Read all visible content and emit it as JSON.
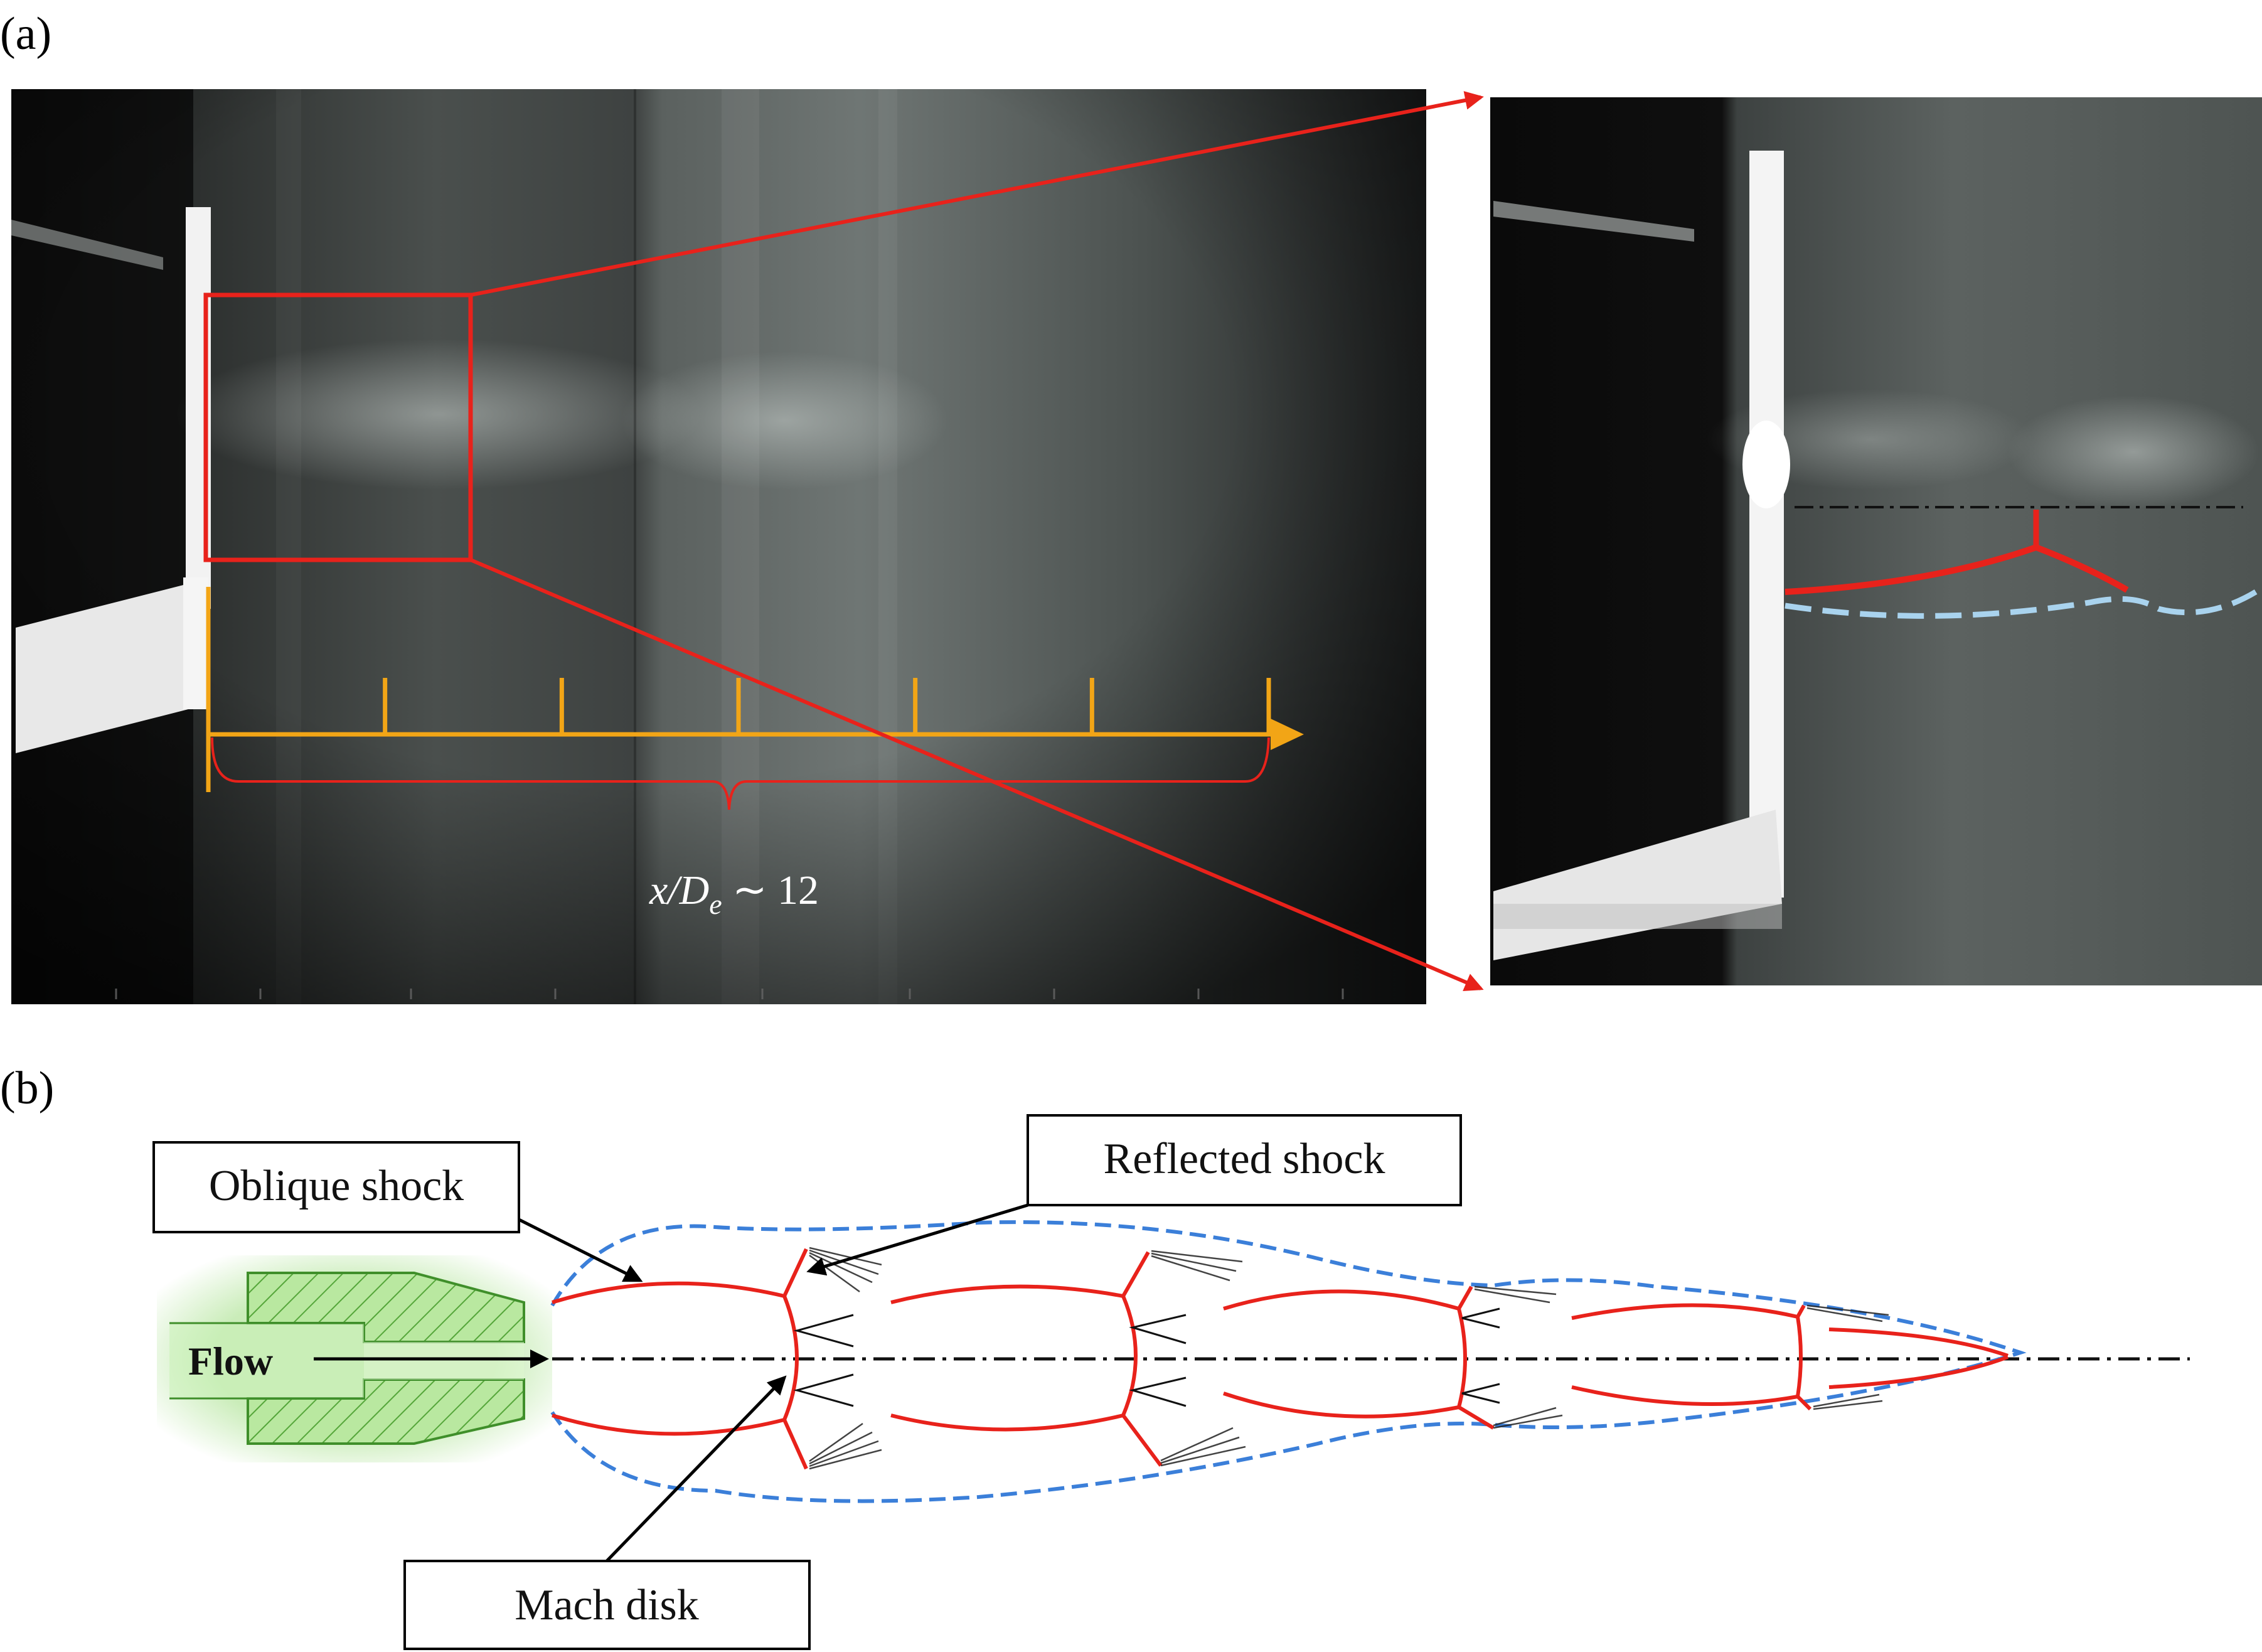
{
  "panels": {
    "a": {
      "label": "(a)"
    },
    "b": {
      "label": "(b)"
    }
  },
  "annotations": {
    "x_over_de_var": "x/D",
    "x_over_de_sub": "e",
    "x_over_de_rest": " ∼ 12",
    "oblique_shock": "Oblique shock",
    "reflected_shock": "Reflected shock",
    "mach_disk": "Mach disk",
    "flow": "Flow"
  },
  "colors": {
    "shock_red": "#e8221b",
    "boundary_blue": "#3b7fd9",
    "light_blue": "#a9d3ee",
    "axis_orange": "#f2a516",
    "nozzle_green": "#8fd66a",
    "photo_dark": "#1c1c1c"
  },
  "scale": {
    "major_ticks": 7
  }
}
